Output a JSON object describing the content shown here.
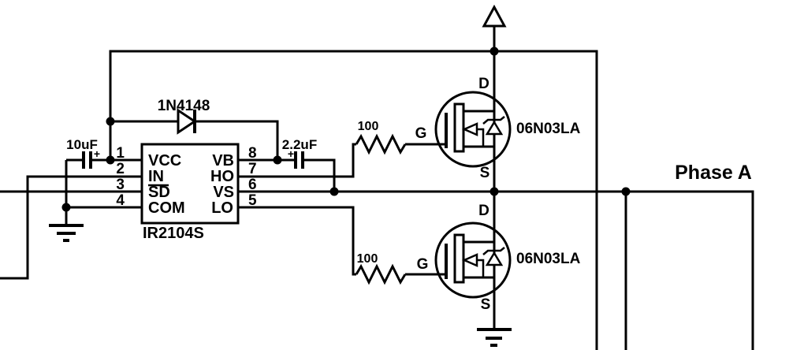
{
  "colors": {
    "background": "#ffffff",
    "ink": "#000000"
  },
  "ic": {
    "part_label": "IR2104S",
    "pins_left": [
      {
        "num": "1",
        "name": "VCC"
      },
      {
        "num": "2",
        "name": "IN"
      },
      {
        "num": "3",
        "name": "SD",
        "overline": true
      },
      {
        "num": "4",
        "name": "COM"
      }
    ],
    "pins_right": [
      {
        "num": "8",
        "name": "VB"
      },
      {
        "num": "7",
        "name": "HO"
      },
      {
        "num": "6",
        "name": "VS"
      },
      {
        "num": "5",
        "name": "LO"
      }
    ]
  },
  "components": {
    "bootstrap_diode": {
      "value": "1N4148"
    },
    "vcc_cap": {
      "value": "10uF",
      "polarity": "+"
    },
    "bootstrap_cap": {
      "value": "2.2uF",
      "polarity": "+"
    },
    "gate_resistor_high": {
      "value": "100"
    },
    "gate_resistor_low": {
      "value": "100"
    },
    "mosfet_high": {
      "part": "06N03LA",
      "gate": "G",
      "drain": "D",
      "source": "S"
    },
    "mosfet_low": {
      "part": "06N03LA",
      "gate": "G",
      "drain": "D",
      "source": "S"
    }
  },
  "nets": {
    "output": "Phase A"
  }
}
